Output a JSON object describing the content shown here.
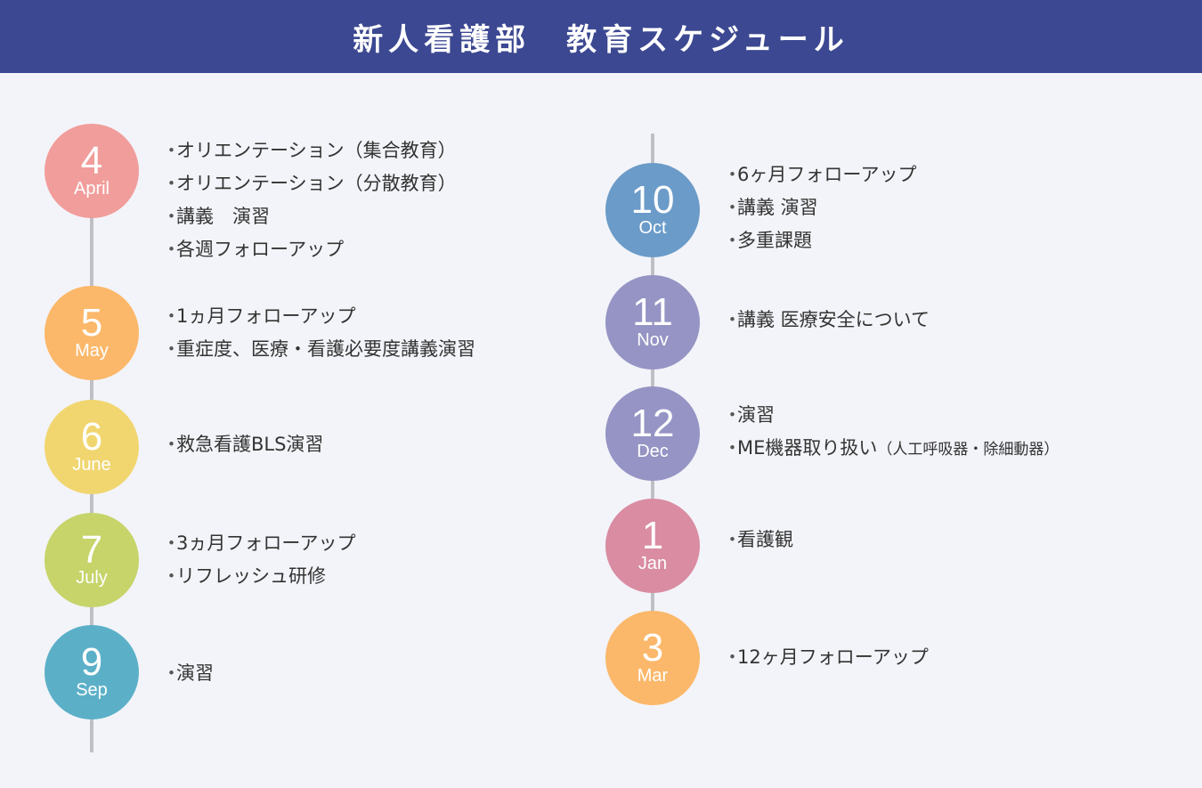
{
  "title": "新人看護部　教育スケジュール",
  "colors": {
    "header_bg": "#3c4891",
    "background": "#f3f4f9",
    "line": "#bfc0c6"
  },
  "bullet": "・",
  "left_column": [
    {
      "number": "4",
      "month": "April",
      "color": "#f19d9b",
      "items": [
        "オリエンテーション（集合教育）",
        "オリエンテーション（分散教育）",
        "講義　演習",
        "各週フォローアップ"
      ]
    },
    {
      "number": "5",
      "month": "May",
      "color": "#fbb86a",
      "items": [
        "1ヵ月フォローアップ",
        "重症度、医療・看護必要度講義演習"
      ]
    },
    {
      "number": "6",
      "month": "June",
      "color": "#f1d670",
      "items": [
        "救急看護BLS演習"
      ]
    },
    {
      "number": "7",
      "month": "July",
      "color": "#c6d46a",
      "items": [
        "3ヵ月フォローアップ",
        "リフレッシュ研修"
      ]
    },
    {
      "number": "9",
      "month": "Sep",
      "color": "#5bb0c8",
      "items": [
        "演習"
      ]
    }
  ],
  "right_column": [
    {
      "number": "10",
      "month": "Oct",
      "color": "#6b9bc8",
      "items": [
        "6ヶ月フォローアップ",
        "講義 演習",
        "多重課題"
      ]
    },
    {
      "number": "11",
      "month": "Nov",
      "color": "#9594c4",
      "items": [
        "講義 医療安全について"
      ]
    },
    {
      "number": "12",
      "month": "Dec",
      "color": "#9594c4",
      "items": [
        "演習",
        "ME機器取り扱い",
        "（人工呼吸器・除細動器）"
      ]
    },
    {
      "number": "1",
      "month": "Jan",
      "color": "#d98ca2",
      "items": [
        "看護観"
      ]
    },
    {
      "number": "3",
      "month": "Mar",
      "color": "#fbb86a",
      "items": [
        "12ヶ月フォローアップ"
      ]
    }
  ]
}
